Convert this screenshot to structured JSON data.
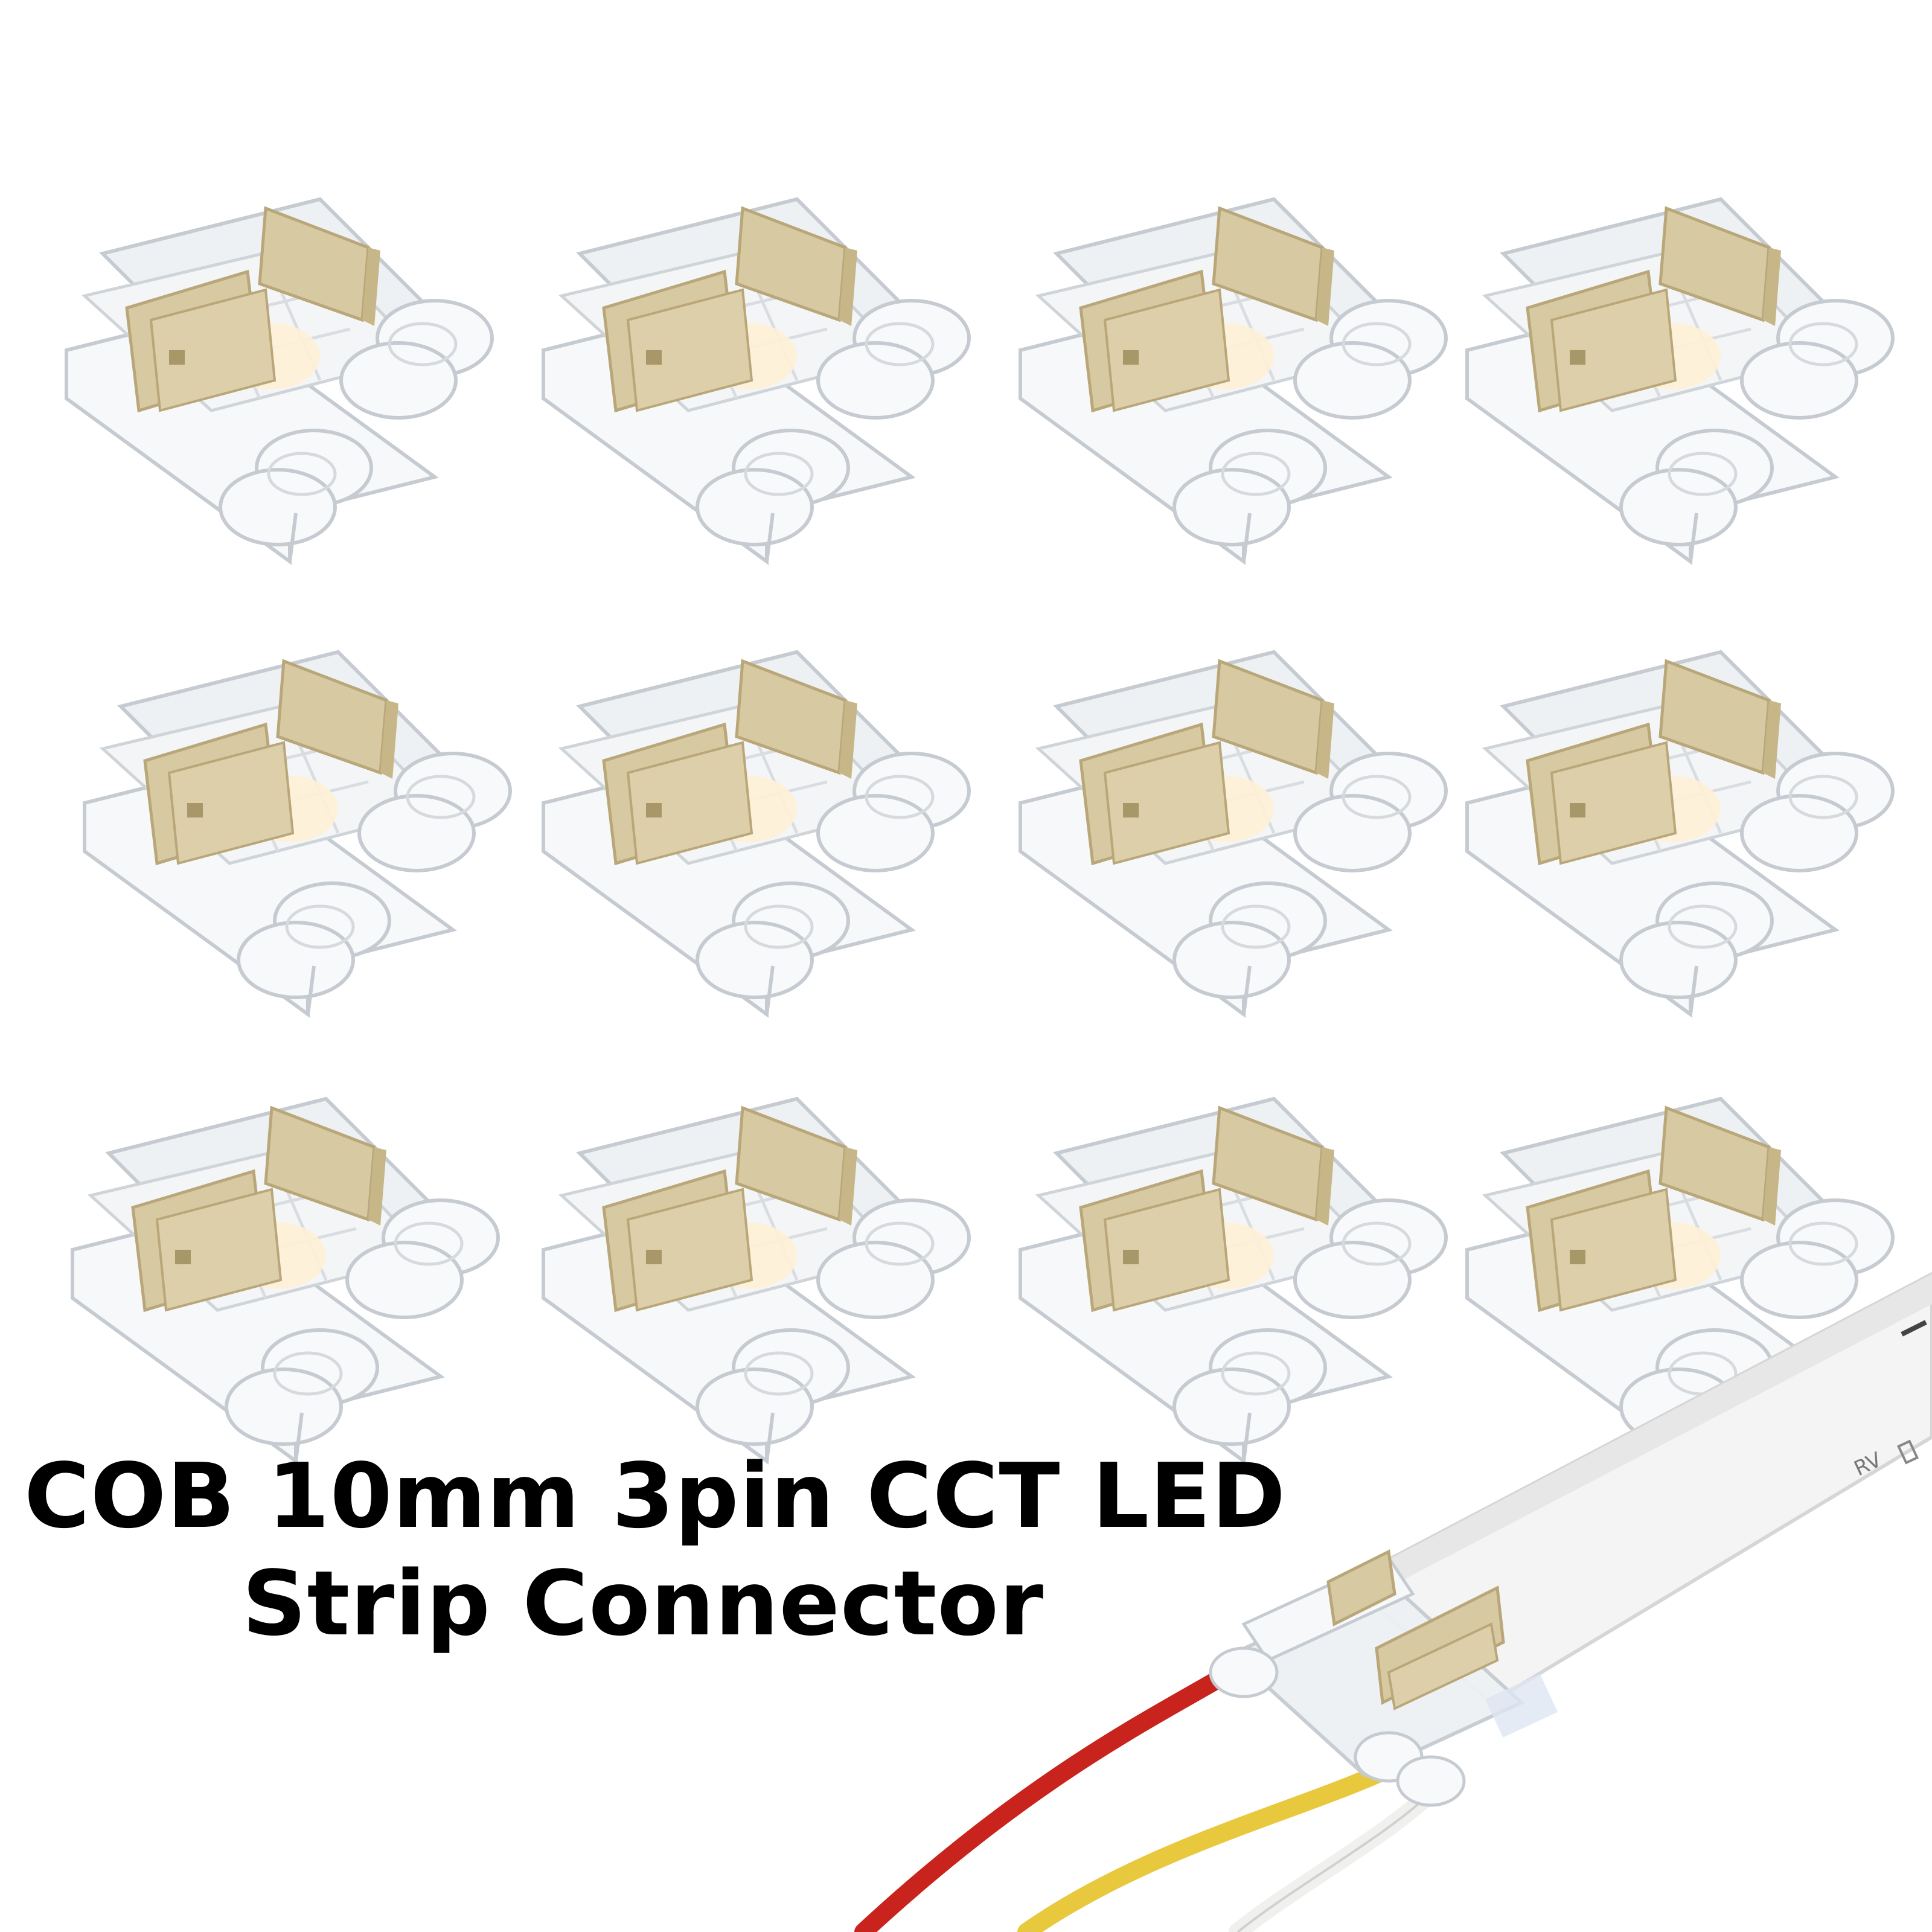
{
  "caption": {
    "line1": "COB 10mm 3pin CCT LED",
    "line2": "Strip Connector"
  },
  "strip_marking": "RV",
  "scene": {
    "connector_count": 12,
    "grid_rows": 3,
    "grid_cols": 4
  },
  "colors": {
    "background": "#ffffff",
    "caption_text": "#000000",
    "connector_body": "#eef1f3",
    "connector_outline": "#c5cbd1",
    "pin_gold": "#d7c9a2",
    "pin_gold_edge": "#b9a77a",
    "led_glow": "#fff1d6",
    "strip_white": "#f4f4f4",
    "wire_red": "#c8231c",
    "wire_yellow": "#e8c83c",
    "wire_white": "#f0f0ee"
  }
}
